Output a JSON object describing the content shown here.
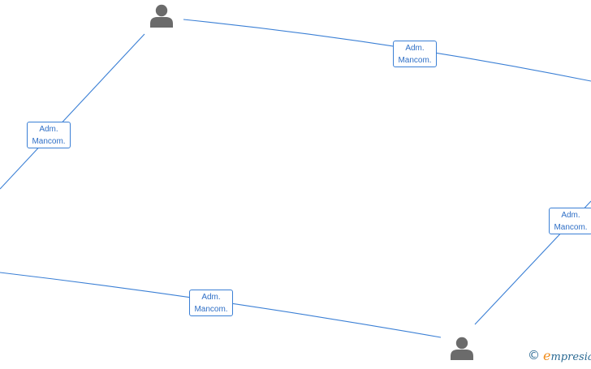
{
  "diagram": {
    "nodes": [
      {
        "id": "person-top",
        "icon": "person-icon"
      },
      {
        "id": "person-bottom",
        "icon": "person-icon"
      }
    ],
    "edges": [
      {
        "id": "edge-top-right",
        "label_line1": "Adm.",
        "label_line2": "Mancom."
      },
      {
        "id": "edge-top-left",
        "label_line1": "Adm.",
        "label_line2": "Mancom."
      },
      {
        "id": "edge-bottom-right",
        "label_line1": "Adm.",
        "label_line2": "Mancom."
      },
      {
        "id": "edge-bottom-left",
        "label_line1": "Adm.",
        "label_line2": "Mancom."
      }
    ],
    "colors": {
      "edge": "#3a7fd5",
      "person": "#6b6b6b",
      "brand_blue": "#2b6a93",
      "brand_orange": "#f08c1a"
    }
  },
  "watermark": {
    "symbol": "©",
    "brand_initial": "e",
    "brand_rest": "mpresia"
  }
}
